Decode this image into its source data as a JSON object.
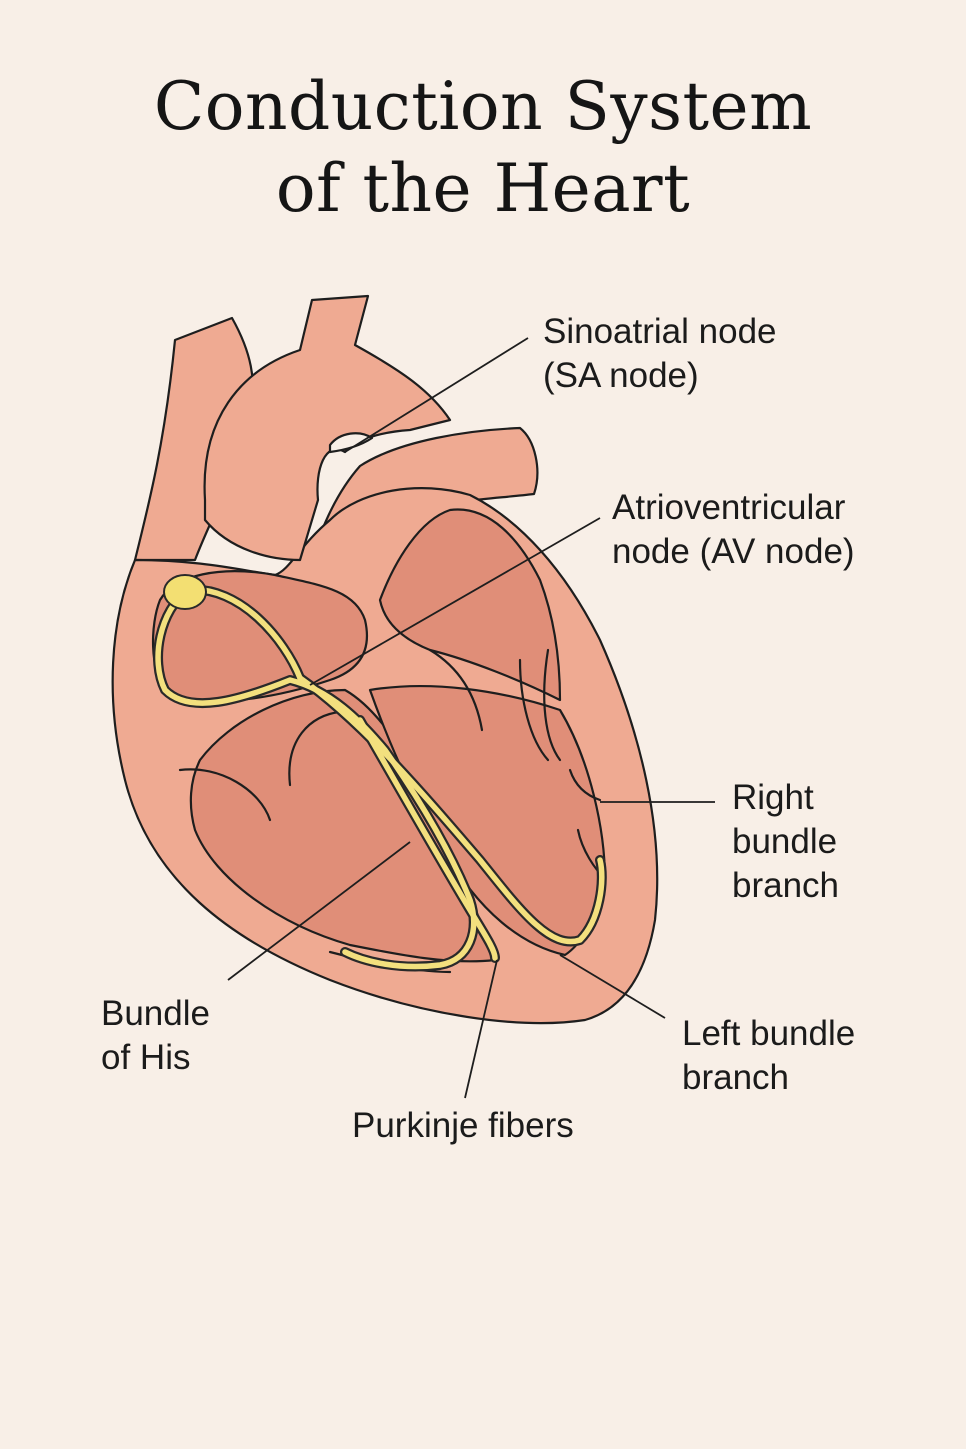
{
  "title": {
    "line1": "Conduction System",
    "line2": "of the Heart"
  },
  "labels": {
    "sa_node": {
      "line1": "Sinoatrial node",
      "line2": "(SA node)"
    },
    "av_node": {
      "line1": "Atrioventricular",
      "line2": "node (AV node)"
    },
    "right_bundle": {
      "line1": "Right",
      "line2": "bundle",
      "line3": "branch"
    },
    "bundle_his": {
      "line1": "Bundle",
      "line2": "of His"
    },
    "left_bundle": {
      "line1": "Left bundle",
      "line2": "branch"
    },
    "purkinje": {
      "line1": "Purkinje fibers"
    }
  },
  "colors": {
    "background": "#f8efe7",
    "heart_outer": "#efaa92",
    "heart_chamber": "#e08e78",
    "conduction": "#f3e07e",
    "outline": "#1e1e1e"
  }
}
